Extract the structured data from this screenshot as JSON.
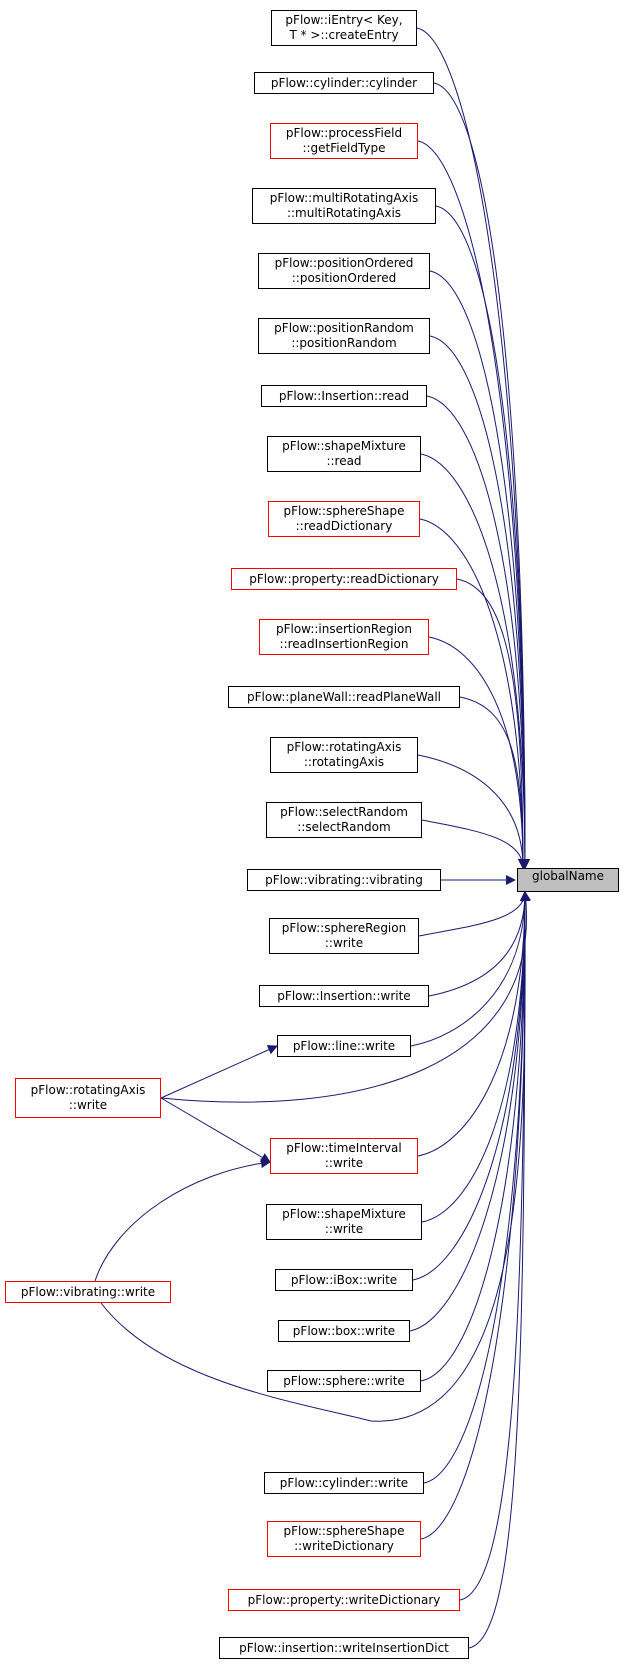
{
  "colors": {
    "edge": "#191970",
    "normal_border": "#000000",
    "truncated_border": "#ff0000",
    "focus_fill": "#bfbfbf"
  },
  "focus": {
    "label": "globalName"
  },
  "callers": [
    {
      "id": "n1",
      "lines": [
        "pFlow::iEntry< Key,",
        "T * >::createEntry"
      ],
      "border": "normal"
    },
    {
      "id": "n2",
      "lines": [
        "pFlow::cylinder::cylinder"
      ],
      "border": "normal"
    },
    {
      "id": "n3",
      "lines": [
        "pFlow::processField",
        "::getFieldType"
      ],
      "border": "truncated"
    },
    {
      "id": "n4",
      "lines": [
        "pFlow::multiRotatingAxis",
        "::multiRotatingAxis"
      ],
      "border": "normal"
    },
    {
      "id": "n5",
      "lines": [
        "pFlow::positionOrdered",
        "::positionOrdered"
      ],
      "border": "normal"
    },
    {
      "id": "n6",
      "lines": [
        "pFlow::positionRandom",
        "::positionRandom"
      ],
      "border": "normal"
    },
    {
      "id": "n7",
      "lines": [
        "pFlow::Insertion::read"
      ],
      "border": "normal"
    },
    {
      "id": "n8",
      "lines": [
        "pFlow::shapeMixture",
        "::read"
      ],
      "border": "normal"
    },
    {
      "id": "n9",
      "lines": [
        "pFlow::sphereShape",
        "::readDictionary"
      ],
      "border": "truncated"
    },
    {
      "id": "n10",
      "lines": [
        "pFlow::property::readDictionary"
      ],
      "border": "truncated"
    },
    {
      "id": "n11",
      "lines": [
        "pFlow::insertionRegion",
        "::readInsertionRegion"
      ],
      "border": "truncated"
    },
    {
      "id": "n12",
      "lines": [
        "pFlow::planeWall::readPlaneWall"
      ],
      "border": "normal"
    },
    {
      "id": "n13",
      "lines": [
        "pFlow::rotatingAxis",
        "::rotatingAxis"
      ],
      "border": "normal"
    },
    {
      "id": "n14",
      "lines": [
        "pFlow::selectRandom",
        "::selectRandom"
      ],
      "border": "normal"
    },
    {
      "id": "n15",
      "lines": [
        "pFlow::vibrating::vibrating"
      ],
      "border": "normal"
    },
    {
      "id": "n16",
      "lines": [
        "pFlow::sphereRegion",
        "::write"
      ],
      "border": "normal"
    },
    {
      "id": "n17",
      "lines": [
        "pFlow::Insertion::write"
      ],
      "border": "normal"
    },
    {
      "id": "n18",
      "lines": [
        "pFlow::line::write"
      ],
      "border": "normal"
    },
    {
      "id": "n19",
      "lines": [
        "pFlow::timeInterval",
        "::write"
      ],
      "border": "truncated"
    },
    {
      "id": "n20",
      "lines": [
        "pFlow::shapeMixture",
        "::write"
      ],
      "border": "normal"
    },
    {
      "id": "n21",
      "lines": [
        "pFlow::iBox::write"
      ],
      "border": "normal"
    },
    {
      "id": "n22",
      "lines": [
        "pFlow::box::write"
      ],
      "border": "normal"
    },
    {
      "id": "n23",
      "lines": [
        "pFlow::sphere::write"
      ],
      "border": "normal"
    },
    {
      "id": "n24",
      "lines": [
        "pFlow::cylinder::write"
      ],
      "border": "normal"
    },
    {
      "id": "n25",
      "lines": [
        "pFlow::sphereShape",
        "::writeDictionary"
      ],
      "border": "truncated"
    },
    {
      "id": "n26",
      "lines": [
        "pFlow::property::writeDictionary"
      ],
      "border": "truncated"
    },
    {
      "id": "n27",
      "lines": [
        "pFlow::insertion::writeInsertionDict"
      ],
      "border": "normal"
    }
  ],
  "second_level": [
    {
      "id": "r1",
      "lines": [
        "pFlow::rotatingAxis",
        "::write"
      ],
      "border": "truncated"
    },
    {
      "id": "r2",
      "lines": [
        "pFlow::vibrating::write"
      ],
      "border": "truncated"
    }
  ],
  "edges": [
    {
      "from": "n1",
      "to": "focus"
    },
    {
      "from": "n2",
      "to": "focus"
    },
    {
      "from": "n3",
      "to": "focus"
    },
    {
      "from": "n4",
      "to": "focus"
    },
    {
      "from": "n5",
      "to": "focus"
    },
    {
      "from": "n6",
      "to": "focus"
    },
    {
      "from": "n7",
      "to": "focus"
    },
    {
      "from": "n8",
      "to": "focus"
    },
    {
      "from": "n9",
      "to": "focus"
    },
    {
      "from": "n10",
      "to": "focus"
    },
    {
      "from": "n11",
      "to": "focus"
    },
    {
      "from": "n12",
      "to": "focus"
    },
    {
      "from": "n13",
      "to": "focus"
    },
    {
      "from": "n14",
      "to": "focus"
    },
    {
      "from": "n15",
      "to": "focus"
    },
    {
      "from": "n16",
      "to": "focus"
    },
    {
      "from": "n17",
      "to": "focus"
    },
    {
      "from": "n18",
      "to": "focus"
    },
    {
      "from": "n19",
      "to": "focus"
    },
    {
      "from": "n20",
      "to": "focus"
    },
    {
      "from": "n21",
      "to": "focus"
    },
    {
      "from": "n22",
      "to": "focus"
    },
    {
      "from": "n23",
      "to": "focus"
    },
    {
      "from": "n24",
      "to": "focus"
    },
    {
      "from": "n25",
      "to": "focus"
    },
    {
      "from": "n26",
      "to": "focus"
    },
    {
      "from": "n27",
      "to": "focus"
    },
    {
      "from": "r1",
      "to": "focus"
    },
    {
      "from": "r1",
      "to": "n18"
    },
    {
      "from": "r1",
      "to": "n19"
    },
    {
      "from": "r2",
      "to": "focus"
    },
    {
      "from": "r2",
      "to": "n19"
    }
  ]
}
